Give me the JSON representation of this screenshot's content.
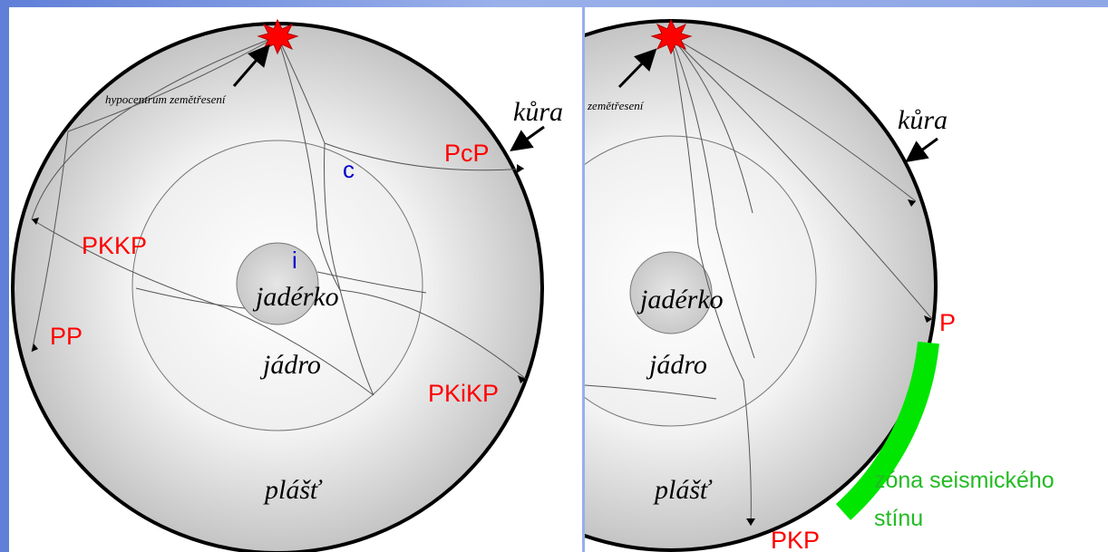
{
  "left_panel": {
    "labels": {
      "hypocenter": "hypocentrum zemětřesení",
      "crust": "kůra",
      "inner_core": "jadérko",
      "outer_core": "jádro",
      "mantle": "plášť",
      "ray_pcp": "PcP",
      "ray_pkkp": "PKKP",
      "ray_pp": "PP",
      "ray_pkikp": "PKiKP",
      "point_c": "c",
      "point_i": "i"
    }
  },
  "right_panel": {
    "labels": {
      "hypocenter_partial": "zemětřesení",
      "crust": "kůra",
      "inner_core": "jadérko",
      "outer_core": "jádro",
      "mantle": "plášť",
      "ray_p": "P",
      "ray_pkp": "PKP",
      "shadow_zone_line1": "zóna seismického",
      "shadow_zone_line2": "stínu"
    }
  },
  "colors": {
    "background": "#7f99e2",
    "ray_label": "#ff0000",
    "point_label": "#0000cc",
    "shadow_zone": "#00e600",
    "shadow_text": "#22bb22",
    "earthquake": "#ff0000"
  }
}
